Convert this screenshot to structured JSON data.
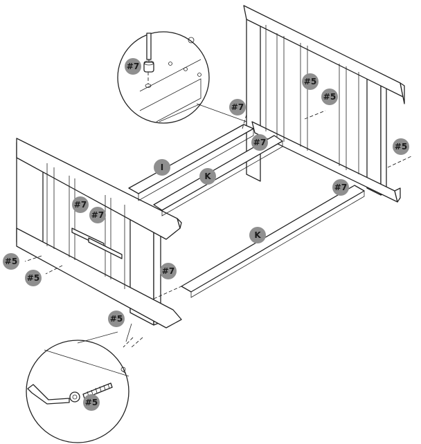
{
  "labels": {
    "i": "I",
    "k": "K",
    "p5": "#5",
    "p7": "#7"
  },
  "colors": {
    "callout": "#8f8f8f",
    "stroke": "#222222",
    "background": "#ffffff"
  },
  "icons": [
    "screwdriver-icon",
    "dowel-icon",
    "allen-key-icon",
    "bolt-icon"
  ]
}
